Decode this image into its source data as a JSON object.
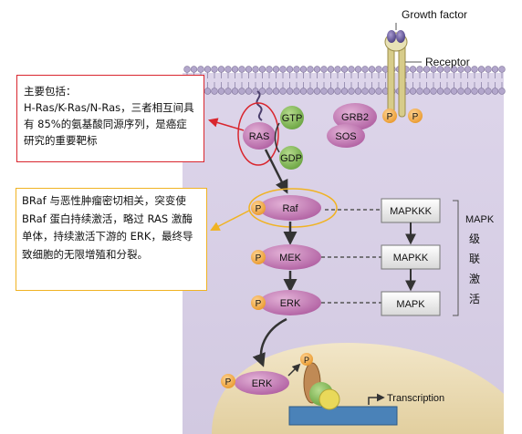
{
  "labels": {
    "growth_factor": "Growth factor",
    "receptor": "Receptor",
    "grb2": "GRB2",
    "sos": "SOS",
    "gtp": "GTP",
    "gdp": "GDP",
    "ras": "RAS",
    "raf": "Raf",
    "mek": "MEK",
    "erk": "ERK",
    "erk_nuclear": "ERK",
    "phospho": "P",
    "mapkkk": "MAPKKK",
    "mapkk": "MAPKK",
    "mapk": "MAPK",
    "transcription": "Transcription"
  },
  "cascade_label": {
    "line1": "MAPK",
    "chars": [
      "级",
      "联",
      "激",
      "活"
    ]
  },
  "callouts": {
    "ras_note": "主要包括：\nH-Ras/K-Ras/N-Ras，三者相互间具有 85%的氨基酸同源序列，是癌症研究的重要靶标",
    "braf_note": "BRaf 与恶性肿瘤密切相关，突变使 BRaf 蛋白持续激活，略过 RAS 激酶单体，持续激活下游的 ERK，最终导致细胞的无限增殖和分裂。"
  },
  "colors": {
    "cytoplasm": "#d9d2e6",
    "membrane_head": "#b3a7cc",
    "kinase": "#c47ab0",
    "gtp_green": "#77b44a",
    "phospho_orange": "#f4a83a",
    "ras_callout_border": "#d9262e",
    "braf_callout_border": "#f0b323",
    "nucleus": "#ecdcb4"
  }
}
